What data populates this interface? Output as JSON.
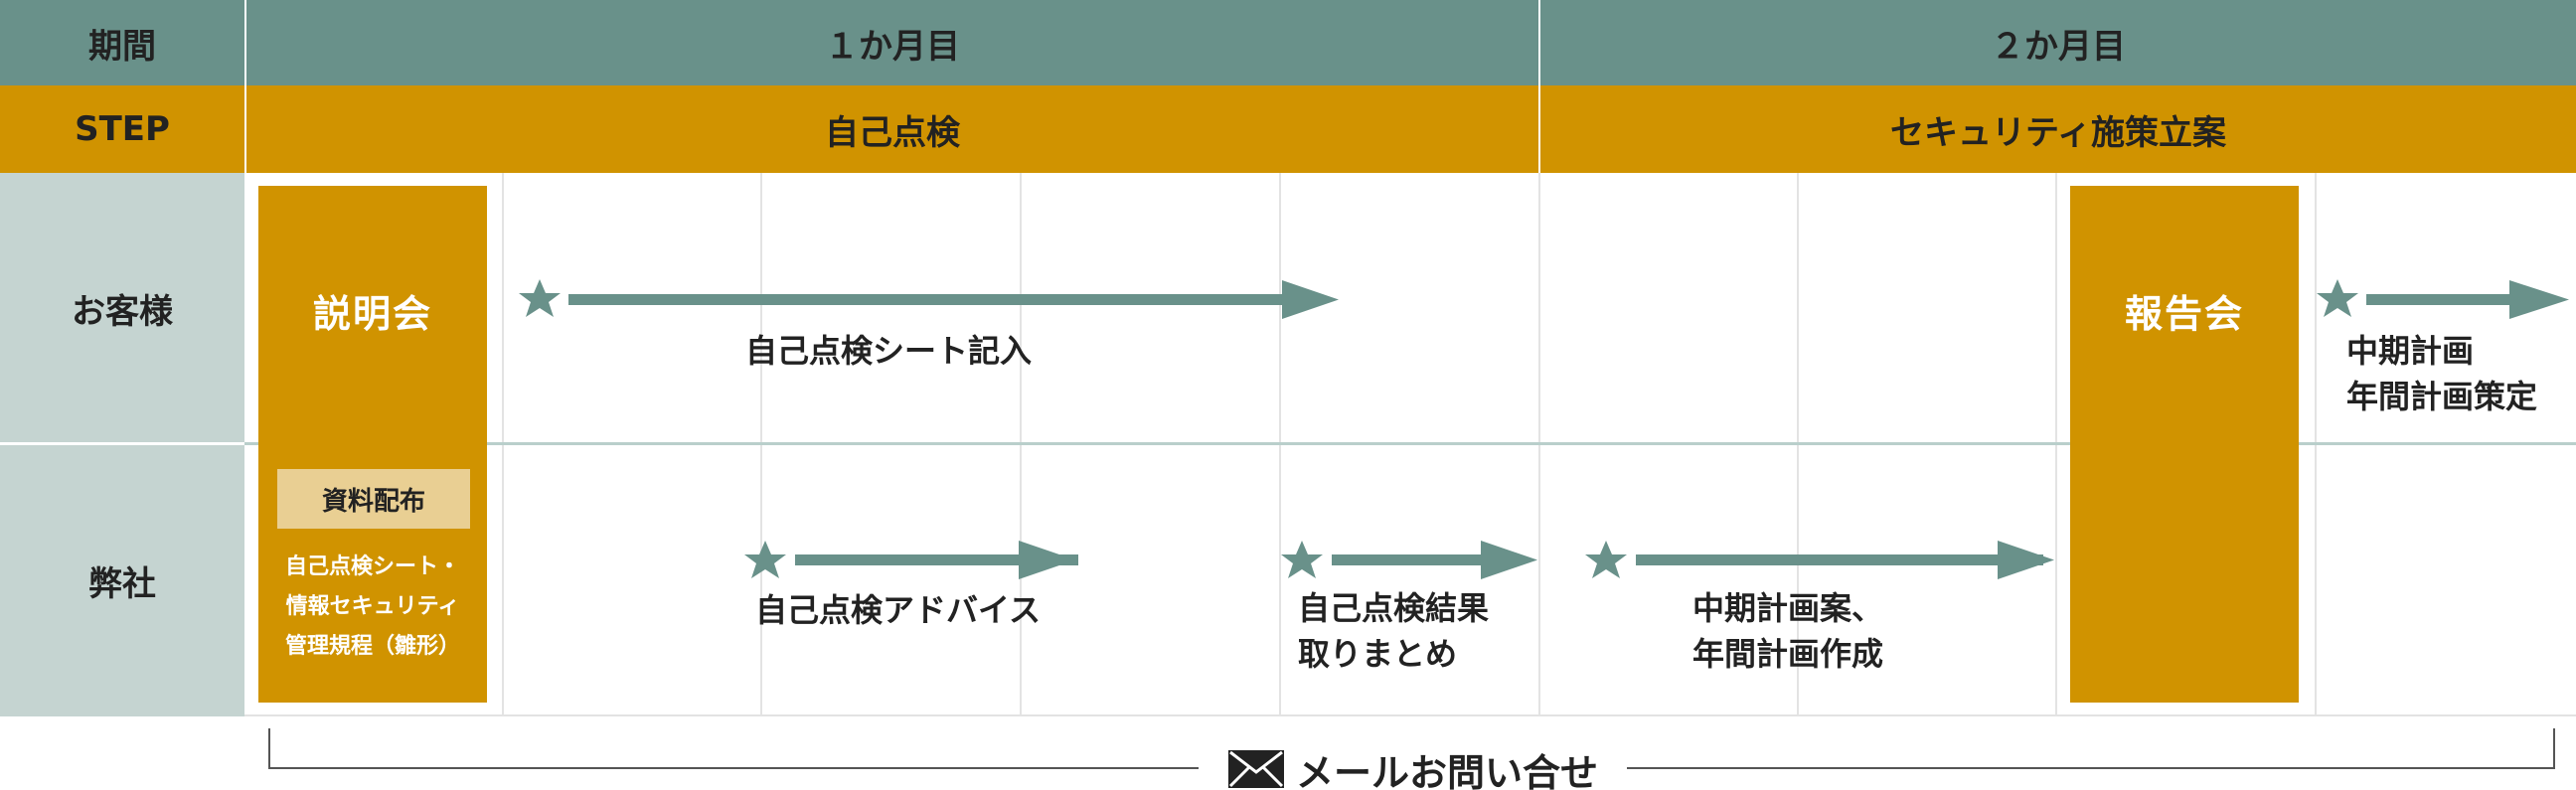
{
  "header": {
    "period_label": "期間",
    "step_label": "STEP",
    "month1": "１か月目",
    "month2": "２か月目",
    "step1": "自己点検",
    "step2": "セキュリティ施策立案"
  },
  "rows": {
    "customer": "お客様",
    "company": "弊社"
  },
  "boxes": {
    "briefing": "説明会",
    "report": "報告会",
    "materials_chip": "資料配布",
    "materials_lines": [
      "自己点検シート・",
      "情報セキュリティ",
      "管理規程（雛形）"
    ]
  },
  "tasks": {
    "self_check_sheet": "自己点検シート記入",
    "mid_term_line1": "中期計画",
    "mid_term_line2": "年間計画策定",
    "advice": "自己点検アドバイス",
    "summary_line1": "自己点検結果",
    "summary_line2": "取りまとめ",
    "plan_line1": "中期計画案、",
    "plan_line2": "年間計画作成"
  },
  "contact": {
    "label": "メールお問い合せ",
    "icon": "mail-icon"
  },
  "colors": {
    "teal": "#69918a",
    "gold": "#d09300",
    "row_label_bg": "#c5d4d1",
    "chip": "#e9cf93",
    "arrow": "#69918a"
  }
}
